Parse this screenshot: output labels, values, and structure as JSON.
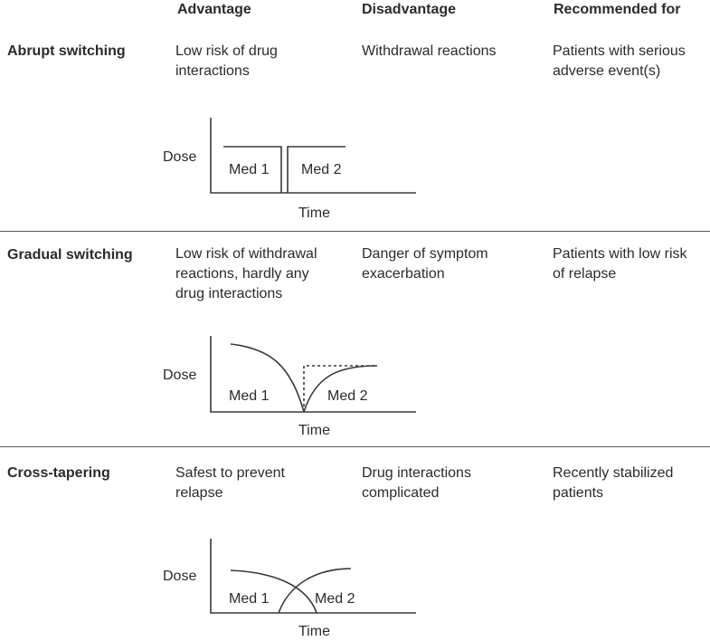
{
  "headers": {
    "advantage": "Advantage",
    "disadvantage": "Disadvantage",
    "recommended_for": "Recommended for"
  },
  "rows": [
    {
      "label": "Abrupt switching",
      "advantage": [
        "Low risk of drug",
        "interactions"
      ],
      "disadvantage": [
        "Withdrawal reactions"
      ],
      "recommended_for": [
        "Patients with serious",
        "adverse event(s)"
      ],
      "graph": {
        "y_label": "Dose",
        "x_label": "Time",
        "med1": "Med 1",
        "med2": "Med 2"
      }
    },
    {
      "label": "Gradual switching",
      "advantage": [
        "Low risk of withdrawal",
        "reactions, hardly any",
        "drug interactions"
      ],
      "disadvantage": [
        "Danger of symptom",
        "exacerbation"
      ],
      "recommended_for": [
        "Patients with low risk",
        "of relapse"
      ],
      "graph": {
        "y_label": "Dose",
        "x_label": "Time",
        "med1": "Med 1",
        "med2": "Med 2"
      }
    },
    {
      "label": "Cross-tapering",
      "advantage": [
        "Safest to prevent",
        "relapse"
      ],
      "disadvantage": [
        "Drug interactions",
        "complicated"
      ],
      "recommended_for": [
        "Recently stabilized",
        "patients"
      ],
      "graph": {
        "y_label": "Dose",
        "x_label": "Time",
        "med1": "Med 1",
        "med2": "Med 2"
      }
    }
  ],
  "colors": {
    "text": "#2b2b2b",
    "line": "#3a3a3a",
    "rule": "#5a5a5a"
  }
}
